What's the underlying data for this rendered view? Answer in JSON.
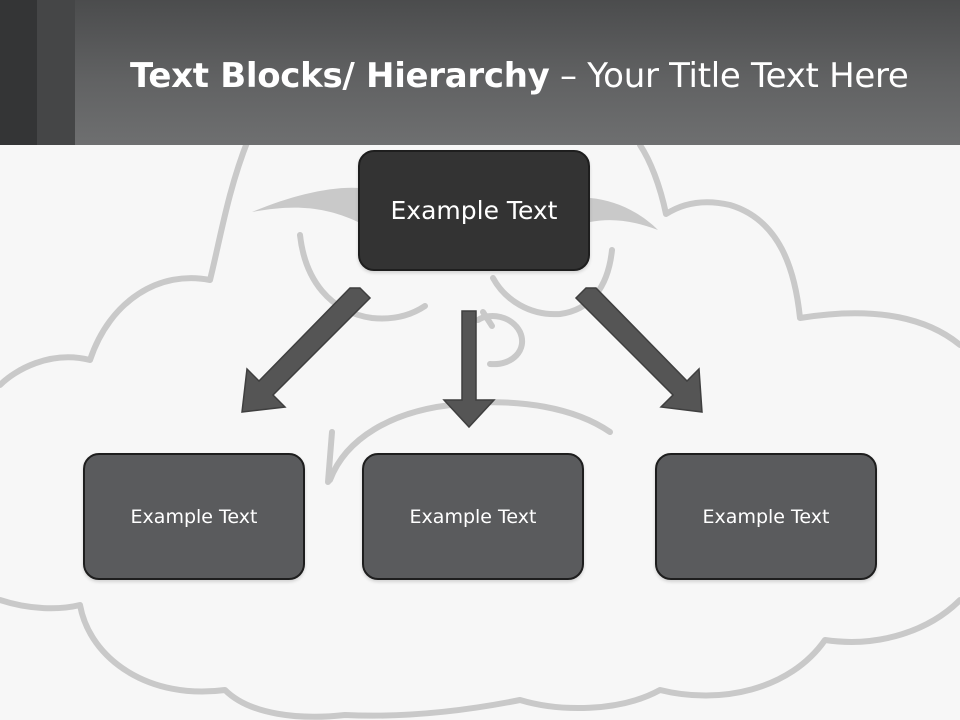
{
  "slide": {
    "title_bold": "Text Blocks/ Hierarchy",
    "title_separator": " – ",
    "title_regular": "Your Title Text Here"
  },
  "diagram": {
    "top_box": {
      "label": "Example Text"
    },
    "children": [
      {
        "label": "Example Text"
      },
      {
        "label": "Example Text"
      },
      {
        "label": "Example Text"
      }
    ]
  },
  "colors": {
    "header_dark": "#343536",
    "header_mid": "#616263",
    "top_box_fill": "#333333",
    "child_box_fill": "#5a5b5d",
    "arrow_fill": "#555555",
    "background_line": "#c9c9c9",
    "background": "#f7f7f7"
  }
}
